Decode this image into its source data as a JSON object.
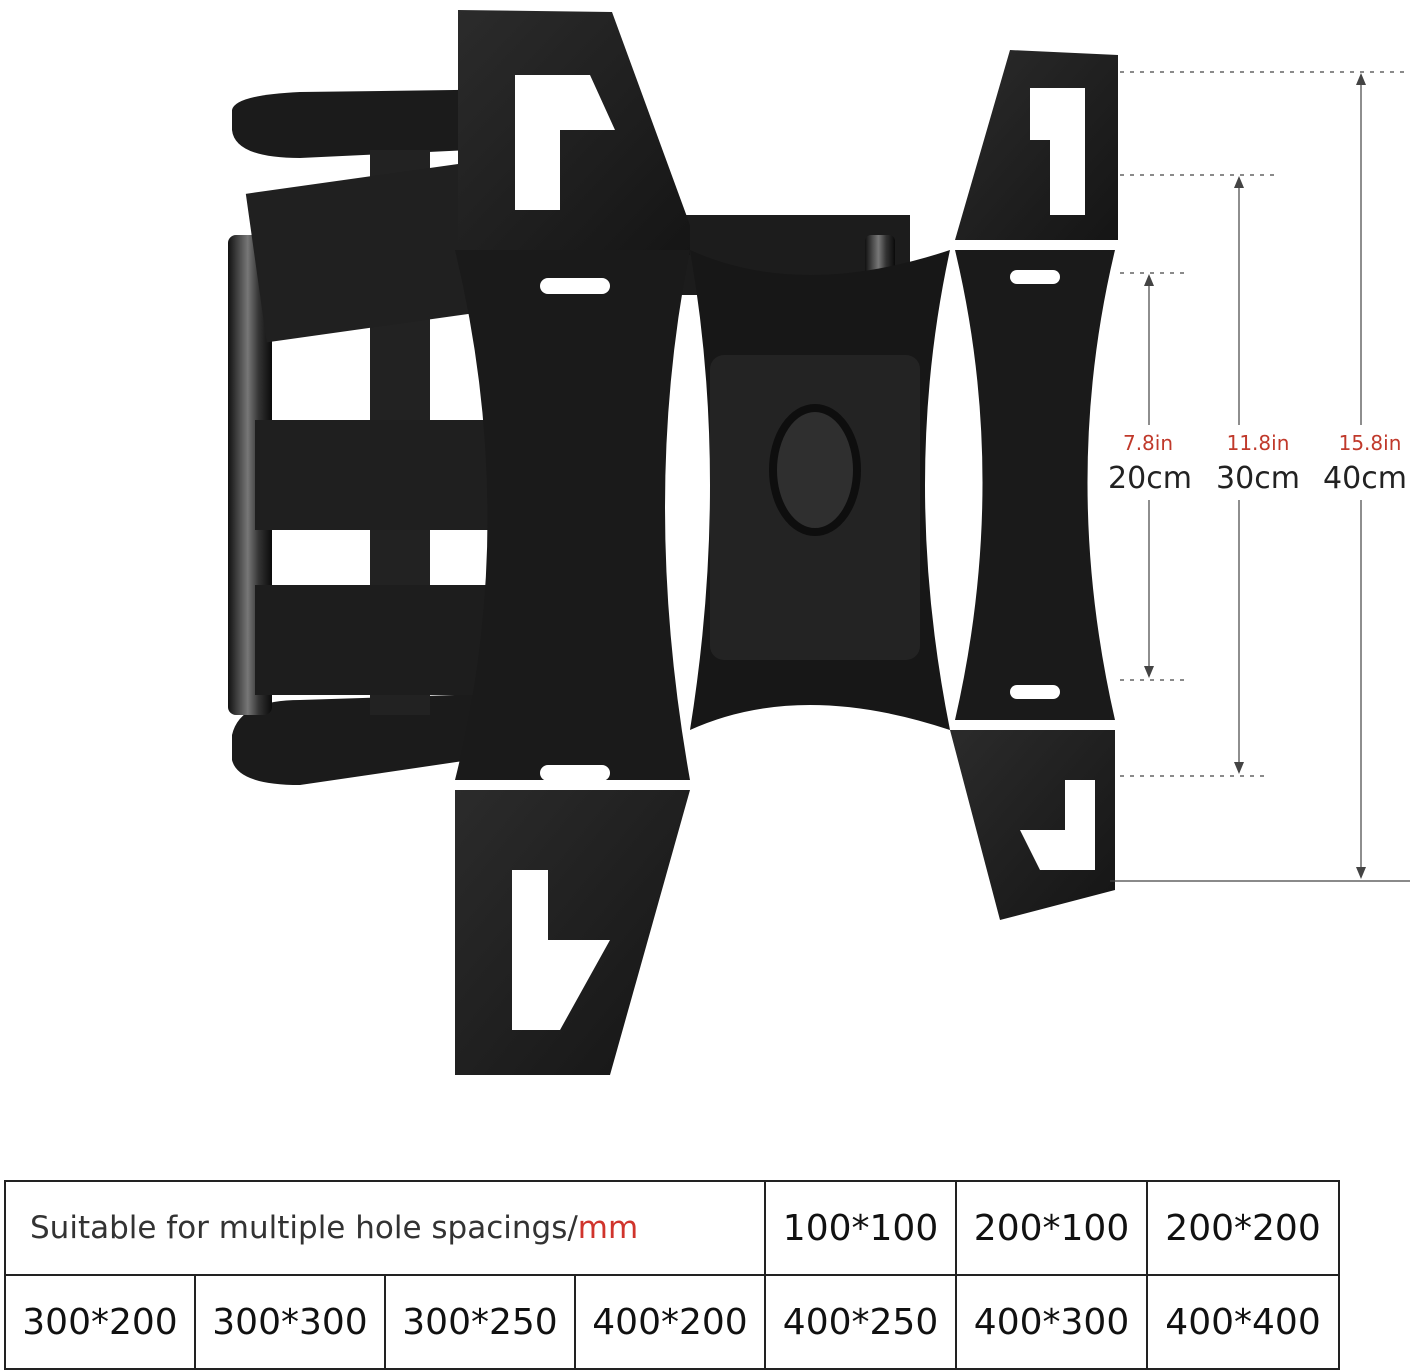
{
  "dimensions": [
    {
      "inches": "7.8in",
      "cm": "20cm"
    },
    {
      "inches": "11.8in",
      "cm": "30cm"
    },
    {
      "inches": "15.8in",
      "cm": "40cm"
    }
  ],
  "table": {
    "label": "Suitable for multiple hole spacings/",
    "unit": "mm",
    "row1": [
      "100*100",
      "200*100",
      "200*200"
    ],
    "row2": [
      "300*200",
      "300*300",
      "300*250",
      "400*200",
      "400*250",
      "400*300",
      "400*400"
    ]
  },
  "colors": {
    "metal": "#1e1e1e",
    "highlight": "#3a3a3a",
    "accent_text": "#c0392b"
  }
}
